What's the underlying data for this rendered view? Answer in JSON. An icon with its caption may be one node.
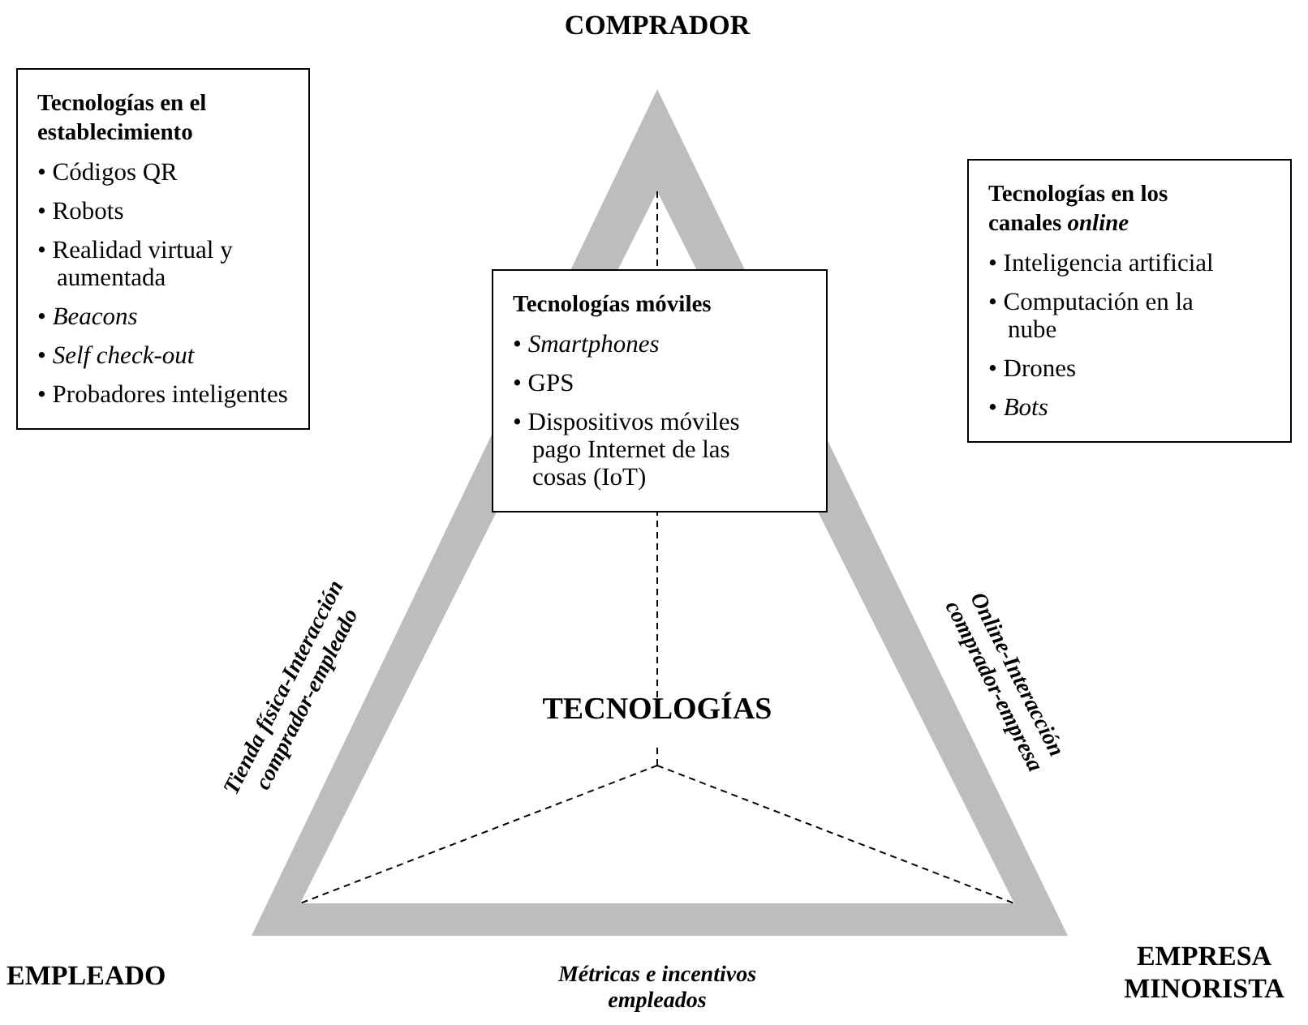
{
  "diagram": {
    "nodes": [
      {
        "text": [
          "COMPRADOR"
        ]
      },
      {
        "text": [
          "Tecnologías en el establecimiento",
          "• Códigos QR",
          "• Robots",
          "• Realidad virtual y aumentada",
          "• *Beacons*",
          "• *Self check-out*",
          "• Probadores inteligentes"
        ]
      },
      {
        "text": [
          "Tecnologías en los canales *online*",
          "• Inteligencia artificial",
          "• Computación en la nube",
          "• Drones",
          "• *Bots*"
        ]
      },
      {
        "text": [
          "Tecnologías móviles",
          "• *Smartphones*",
          "• GPS",
          "• Dispositivos móviles pago Internet de las cosas (IoT)"
        ]
      },
      {
        "text": [
          "TECNOLOGÍAS"
        ]
      },
      {
        "text": [
          "EMPLEADO"
        ]
      },
      {
        "text": [
          "EMPRESA MINORISTA"
        ]
      }
    ],
    "labels": [
      "Tienda física-Interacción comprador-empleado",
      "Online-Interacción comprador-empresa",
      "Métricas e incentivos empleados"
    ]
  }
}
